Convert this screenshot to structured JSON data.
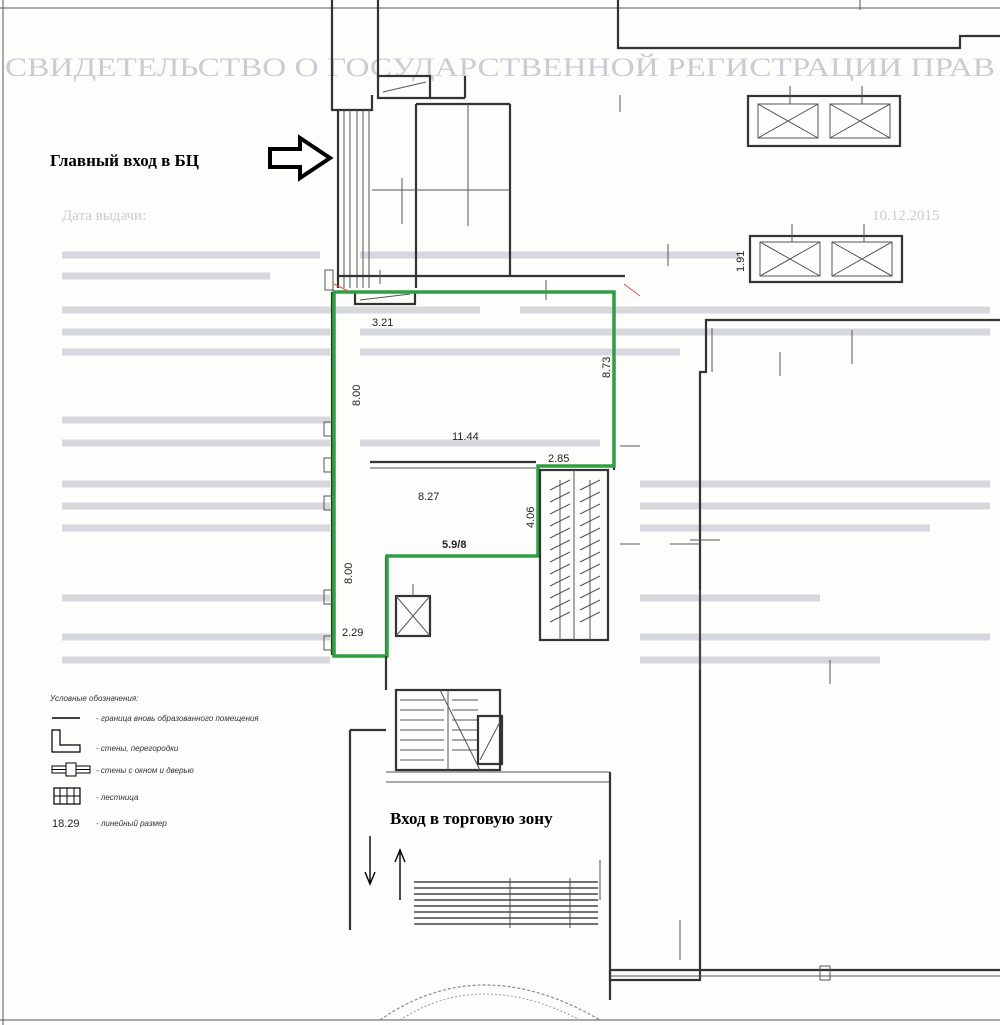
{
  "background": {
    "header": "СВИДЕТЕЛЬСТВО О ГОСУДАРСТВЕННОЙ РЕГИСТРАЦИИ ПРАВ",
    "date_label": "Дата выдачи:",
    "date_value": "10.12.2015"
  },
  "labels": {
    "main_entrance": "Главный вход в БЦ",
    "trade_entrance": "Вход в торговую зону"
  },
  "dimensions": {
    "d_321": "3.21",
    "d_800_top": "8.00",
    "d_873": "8.73",
    "d_1144": "11.44",
    "d_285": "2.85",
    "d_827": "8.27",
    "d_406": "4.06",
    "d_598": "5.9/8",
    "d_800_bottom": "8.00",
    "d_229": "2.29",
    "d_191": "1.91"
  },
  "legend": {
    "title": "Условные обозначения:",
    "items": [
      {
        "symbol": "boundary-line",
        "text": "- граница вновь образованного помещения"
      },
      {
        "symbol": "walls-symbol",
        "text": "- стены, перегородки"
      },
      {
        "symbol": "window-door-symbol",
        "text": "- стены с окном и дверью"
      },
      {
        "symbol": "stairs-symbol",
        "text": "- лестница"
      },
      {
        "symbol": "dimension-number",
        "number": "18.29",
        "text": "- линейный размер"
      }
    ]
  },
  "colors": {
    "boundary": "#2ea043",
    "walls": "#333333",
    "background_text": "#c9ccd2"
  }
}
